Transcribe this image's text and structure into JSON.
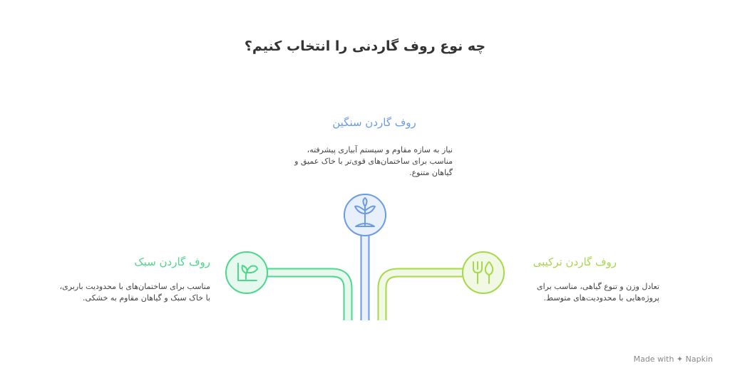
{
  "title": "چه نوع روف گاردنی را انتخاب کنیم؟",
  "options": {
    "heavy": {
      "title": "روف گاردن سنگین",
      "lines": [
        "نیاز به سازه مقاوم و سیستم آبیاری پیشرفته،",
        "مناسب برای ساختمان‌های قوی‌تر با خاک عمیق و",
        "گیاهان متنوع."
      ],
      "color": "#6B9BE8",
      "icon": "sprout-icon"
    },
    "light": {
      "title": "روف گاردن سبک",
      "lines": [
        "مناسب برای ساختمان‌های با محدودیت باربری،",
        "با خاک سبک و گیاهان مقاوم به خشکی."
      ],
      "color": "#4DD68C",
      "icon": "leaf-plant-icon"
    },
    "combo": {
      "title": "روف گاردن ترکیبی",
      "lines": [
        "تعادل وزن و تنوع گیاهی، مناسب برای",
        "پروژه‌هایی با محدودیت‌های متوسط."
      ],
      "color": "#A6D84A",
      "icon": "garden-tools-icon"
    }
  },
  "footer": {
    "made_with": "Made with",
    "brand": "Napkin"
  }
}
